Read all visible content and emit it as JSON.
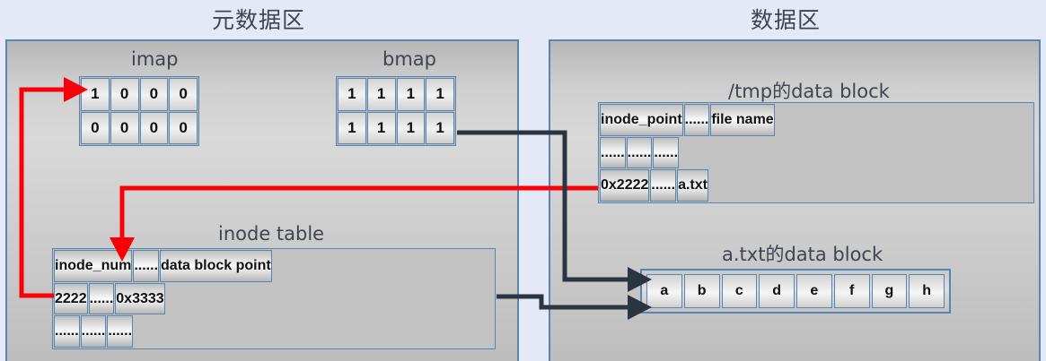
{
  "sections": {
    "metadata": {
      "title": "元数据区"
    },
    "data": {
      "title": "数据区"
    }
  },
  "imap": {
    "label": "imap",
    "rows": [
      [
        "1",
        "0",
        "0",
        "0"
      ],
      [
        "0",
        "0",
        "0",
        "0"
      ]
    ]
  },
  "bmap": {
    "label": "bmap",
    "rows": [
      [
        "1",
        "1",
        "1",
        "1"
      ],
      [
        "1",
        "1",
        "1",
        "1"
      ]
    ]
  },
  "inode_table": {
    "label": "inode table",
    "headers": [
      "inode_num",
      "......",
      "data block point"
    ],
    "rows": [
      [
        "2222",
        "......",
        "0x3333"
      ],
      [
        "......",
        "......",
        "......"
      ]
    ]
  },
  "tmp_data_block": {
    "label": "/tmp的data block",
    "headers": [
      "inode_point",
      "......",
      "file name"
    ],
    "rows": [
      [
        "......",
        "......",
        "......"
      ],
      [
        "0x2222",
        "......",
        "a.txt"
      ]
    ]
  },
  "atxt_data_block": {
    "label": "a.txt的data block",
    "bytes": [
      "a",
      "b",
      "c",
      "d",
      "e",
      "f",
      "g",
      "h"
    ]
  },
  "colors": {
    "background": "#e3e9f6",
    "panel_border": "#5b84b1",
    "cell_border": "#5b84b1",
    "red_arrow": "#fb0007",
    "dark_arrow": "#2b3441"
  },
  "connectors": [
    {
      "name": "imap-to-inode-row",
      "color": "#fb0007"
    },
    {
      "name": "tmp-block-to-inode-table",
      "color": "#fb0007"
    },
    {
      "name": "bmap-to-atxt-block",
      "color": "#2b3441"
    },
    {
      "name": "inode-pointer-to-atxt-block",
      "color": "#2b3441"
    }
  ]
}
